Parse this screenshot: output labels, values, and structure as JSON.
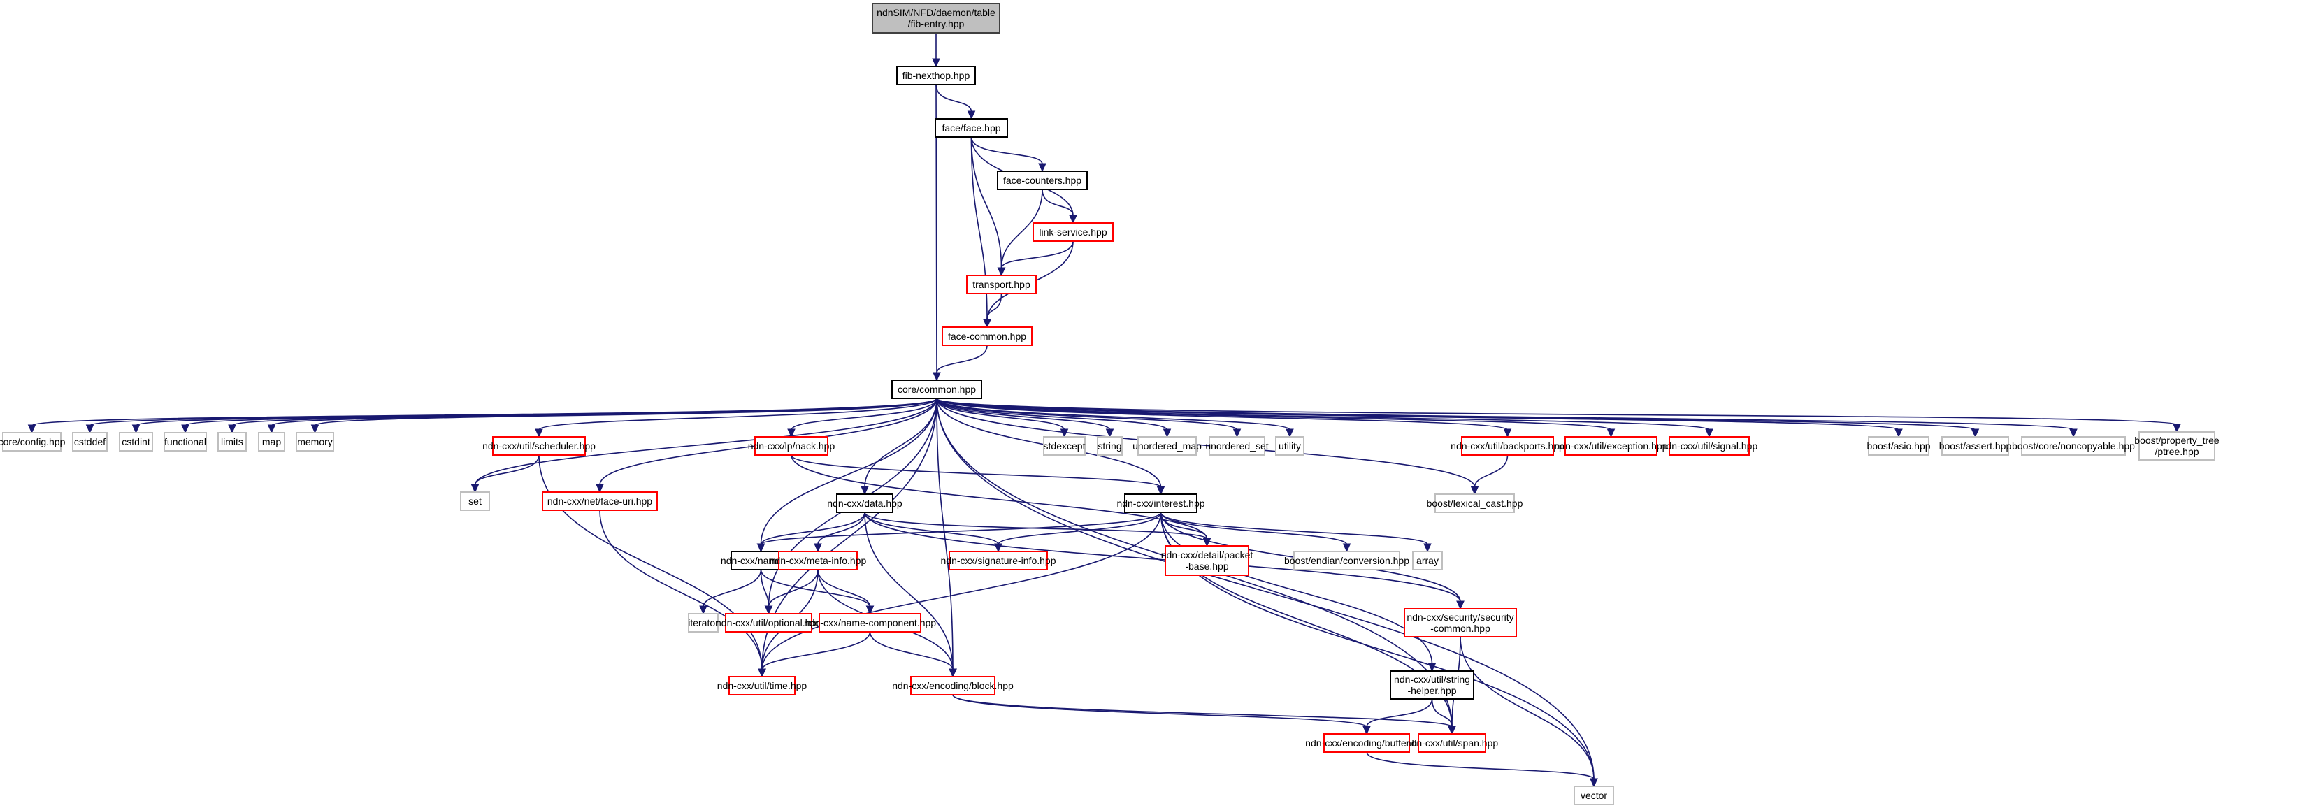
{
  "title": "ndnSIM/NFD/daemon/table/fib-entry.hpp",
  "diagram_type": "include-dependency-graph",
  "colors": {
    "edge": "#191970",
    "root_fill": "#bfbfbf",
    "documented_border": "#000000",
    "undocumented_border": "#ff0000",
    "external_border": "#bfbfbf"
  },
  "nodes": [
    {
      "id": "root",
      "lines": [
        "ndnSIM/NFD/daemon/table",
        "/fib-entry.hpp"
      ],
      "kind": "root"
    },
    {
      "id": "fib_nexthop",
      "lines": [
        "fib-nexthop.hpp"
      ],
      "kind": "documented"
    },
    {
      "id": "face",
      "lines": [
        "face/face.hpp"
      ],
      "kind": "documented"
    },
    {
      "id": "face_counters",
      "lines": [
        "face-counters.hpp"
      ],
      "kind": "documented"
    },
    {
      "id": "link_service",
      "lines": [
        "link-service.hpp"
      ],
      "kind": "undocumented"
    },
    {
      "id": "transport",
      "lines": [
        "transport.hpp"
      ],
      "kind": "undocumented"
    },
    {
      "id": "face_common",
      "lines": [
        "face-common.hpp"
      ],
      "kind": "undocumented"
    },
    {
      "id": "common",
      "lines": [
        "core/common.hpp"
      ],
      "kind": "documented"
    },
    {
      "id": "config",
      "lines": [
        "core/config.hpp"
      ],
      "kind": "external"
    },
    {
      "id": "cstddef",
      "lines": [
        "cstddef"
      ],
      "kind": "external"
    },
    {
      "id": "cstdint",
      "lines": [
        "cstdint"
      ],
      "kind": "external"
    },
    {
      "id": "functional",
      "lines": [
        "functional"
      ],
      "kind": "external"
    },
    {
      "id": "limits",
      "lines": [
        "limits"
      ],
      "kind": "external"
    },
    {
      "id": "map",
      "lines": [
        "map"
      ],
      "kind": "external"
    },
    {
      "id": "memory",
      "lines": [
        "memory"
      ],
      "kind": "external"
    },
    {
      "id": "scheduler",
      "lines": [
        "ndn-cxx/util/scheduler.hpp"
      ],
      "kind": "undocumented"
    },
    {
      "id": "nack",
      "lines": [
        "ndn-cxx/lp/nack.hpp"
      ],
      "kind": "undocumented"
    },
    {
      "id": "stdexcept",
      "lines": [
        "stdexcept"
      ],
      "kind": "external"
    },
    {
      "id": "string",
      "lines": [
        "string"
      ],
      "kind": "external"
    },
    {
      "id": "unordered_map",
      "lines": [
        "unordered_map"
      ],
      "kind": "external"
    },
    {
      "id": "unordered_set",
      "lines": [
        "unordered_set"
      ],
      "kind": "external"
    },
    {
      "id": "utility",
      "lines": [
        "utility"
      ],
      "kind": "external"
    },
    {
      "id": "backports",
      "lines": [
        "ndn-cxx/util/backports.hpp"
      ],
      "kind": "undocumented"
    },
    {
      "id": "exception",
      "lines": [
        "ndn-cxx/util/exception.hpp"
      ],
      "kind": "undocumented"
    },
    {
      "id": "signal",
      "lines": [
        "ndn-cxx/util/signal.hpp"
      ],
      "kind": "undocumented"
    },
    {
      "id": "asio",
      "lines": [
        "boost/asio.hpp"
      ],
      "kind": "external"
    },
    {
      "id": "assert",
      "lines": [
        "boost/assert.hpp"
      ],
      "kind": "external"
    },
    {
      "id": "noncopyable",
      "lines": [
        "boost/core/noncopyable.hpp"
      ],
      "kind": "external"
    },
    {
      "id": "ptree",
      "lines": [
        "boost/property_tree",
        "/ptree.hpp"
      ],
      "kind": "external"
    },
    {
      "id": "set",
      "lines": [
        "set"
      ],
      "kind": "external"
    },
    {
      "id": "face_uri",
      "lines": [
        "ndn-cxx/net/face-uri.hpp"
      ],
      "kind": "undocumented"
    },
    {
      "id": "data",
      "lines": [
        "ndn-cxx/data.hpp"
      ],
      "kind": "documented"
    },
    {
      "id": "interest",
      "lines": [
        "ndn-cxx/interest.hpp"
      ],
      "kind": "documented"
    },
    {
      "id": "lexical_cast",
      "lines": [
        "boost/lexical_cast.hpp"
      ],
      "kind": "external"
    },
    {
      "id": "name",
      "lines": [
        "ndn-cxx/name.hpp"
      ],
      "kind": "documented"
    },
    {
      "id": "meta_info",
      "lines": [
        "ndn-cxx/meta-info.hpp"
      ],
      "kind": "undocumented"
    },
    {
      "id": "signature_info",
      "lines": [
        "ndn-cxx/signature-info.hpp"
      ],
      "kind": "undocumented"
    },
    {
      "id": "packet_base",
      "lines": [
        "ndn-cxx/detail/packet",
        "-base.hpp"
      ],
      "kind": "undocumented"
    },
    {
      "id": "endian",
      "lines": [
        "boost/endian/conversion.hpp"
      ],
      "kind": "external"
    },
    {
      "id": "array",
      "lines": [
        "array"
      ],
      "kind": "external"
    },
    {
      "id": "iterator",
      "lines": [
        "iterator"
      ],
      "kind": "external"
    },
    {
      "id": "optional",
      "lines": [
        "ndn-cxx/util/optional.hpp"
      ],
      "kind": "undocumented"
    },
    {
      "id": "name_component",
      "lines": [
        "ndn-cxx/name-component.hpp"
      ],
      "kind": "undocumented"
    },
    {
      "id": "security_common",
      "lines": [
        "ndn-cxx/security/security",
        "-common.hpp"
      ],
      "kind": "undocumented"
    },
    {
      "id": "time",
      "lines": [
        "ndn-cxx/util/time.hpp"
      ],
      "kind": "undocumented"
    },
    {
      "id": "block",
      "lines": [
        "ndn-cxx/encoding/block.hpp"
      ],
      "kind": "undocumented"
    },
    {
      "id": "string_helper",
      "lines": [
        "ndn-cxx/util/string",
        "-helper.hpp"
      ],
      "kind": "documented"
    },
    {
      "id": "buffer",
      "lines": [
        "ndn-cxx/encoding/buffer.hpp"
      ],
      "kind": "undocumented"
    },
    {
      "id": "span",
      "lines": [
        "ndn-cxx/util/span.hpp"
      ],
      "kind": "undocumented"
    },
    {
      "id": "vector",
      "lines": [
        "vector"
      ],
      "kind": "external"
    }
  ],
  "edges": [
    [
      "root",
      "fib_nexthop"
    ],
    [
      "fib_nexthop",
      "face"
    ],
    [
      "fib_nexthop",
      "common"
    ],
    [
      "face",
      "face_counters"
    ],
    [
      "face",
      "link_service"
    ],
    [
      "face",
      "transport"
    ],
    [
      "face",
      "face_common"
    ],
    [
      "face_counters",
      "link_service"
    ],
    [
      "face_counters",
      "transport"
    ],
    [
      "link_service",
      "transport"
    ],
    [
      "link_service",
      "face_common"
    ],
    [
      "transport",
      "face_common"
    ],
    [
      "face_common",
      "common"
    ],
    [
      "common",
      "config"
    ],
    [
      "common",
      "cstddef"
    ],
    [
      "common",
      "cstdint"
    ],
    [
      "common",
      "functional"
    ],
    [
      "common",
      "limits"
    ],
    [
      "common",
      "map"
    ],
    [
      "common",
      "memory"
    ],
    [
      "common",
      "set"
    ],
    [
      "common",
      "scheduler"
    ],
    [
      "common",
      "face_uri"
    ],
    [
      "common",
      "nack"
    ],
    [
      "common",
      "data"
    ],
    [
      "common",
      "interest"
    ],
    [
      "common",
      "name"
    ],
    [
      "common",
      "optional"
    ],
    [
      "common",
      "time"
    ],
    [
      "common",
      "block"
    ],
    [
      "common",
      "stdexcept"
    ],
    [
      "common",
      "string"
    ],
    [
      "common",
      "unordered_map"
    ],
    [
      "common",
      "unordered_set"
    ],
    [
      "common",
      "utility"
    ],
    [
      "common",
      "backports"
    ],
    [
      "common",
      "exception"
    ],
    [
      "common",
      "signal"
    ],
    [
      "common",
      "asio"
    ],
    [
      "common",
      "assert"
    ],
    [
      "common",
      "noncopyable"
    ],
    [
      "common",
      "ptree"
    ],
    [
      "common",
      "lexical_cast"
    ],
    [
      "common",
      "vector"
    ],
    [
      "common",
      "span"
    ],
    [
      "scheduler",
      "set"
    ],
    [
      "scheduler",
      "time"
    ],
    [
      "face_uri",
      "time"
    ],
    [
      "nack",
      "interest"
    ],
    [
      "nack",
      "packet_base"
    ],
    [
      "backports",
      "lexical_cast"
    ],
    [
      "data",
      "name"
    ],
    [
      "data",
      "meta_info"
    ],
    [
      "data",
      "signature_info"
    ],
    [
      "data",
      "packet_base"
    ],
    [
      "data",
      "block"
    ],
    [
      "data",
      "security_common"
    ],
    [
      "interest",
      "name"
    ],
    [
      "interest",
      "signature_info"
    ],
    [
      "interest",
      "packet_base"
    ],
    [
      "interest",
      "endian"
    ],
    [
      "interest",
      "array"
    ],
    [
      "interest",
      "time"
    ],
    [
      "interest",
      "string_helper"
    ],
    [
      "interest",
      "security_common"
    ],
    [
      "interest",
      "span"
    ],
    [
      "interest",
      "vector"
    ],
    [
      "name",
      "iterator"
    ],
    [
      "name",
      "optional"
    ],
    [
      "name",
      "name_component"
    ],
    [
      "meta_info",
      "optional"
    ],
    [
      "meta_info",
      "name_component"
    ],
    [
      "meta_info",
      "time"
    ],
    [
      "meta_info",
      "block"
    ],
    [
      "name_component",
      "time"
    ],
    [
      "name_component",
      "block"
    ],
    [
      "security_common",
      "span"
    ],
    [
      "security_common",
      "vector"
    ],
    [
      "block",
      "buffer"
    ],
    [
      "block",
      "span"
    ],
    [
      "string_helper",
      "buffer"
    ],
    [
      "string_helper",
      "span"
    ],
    [
      "buffer",
      "vector"
    ]
  ]
}
